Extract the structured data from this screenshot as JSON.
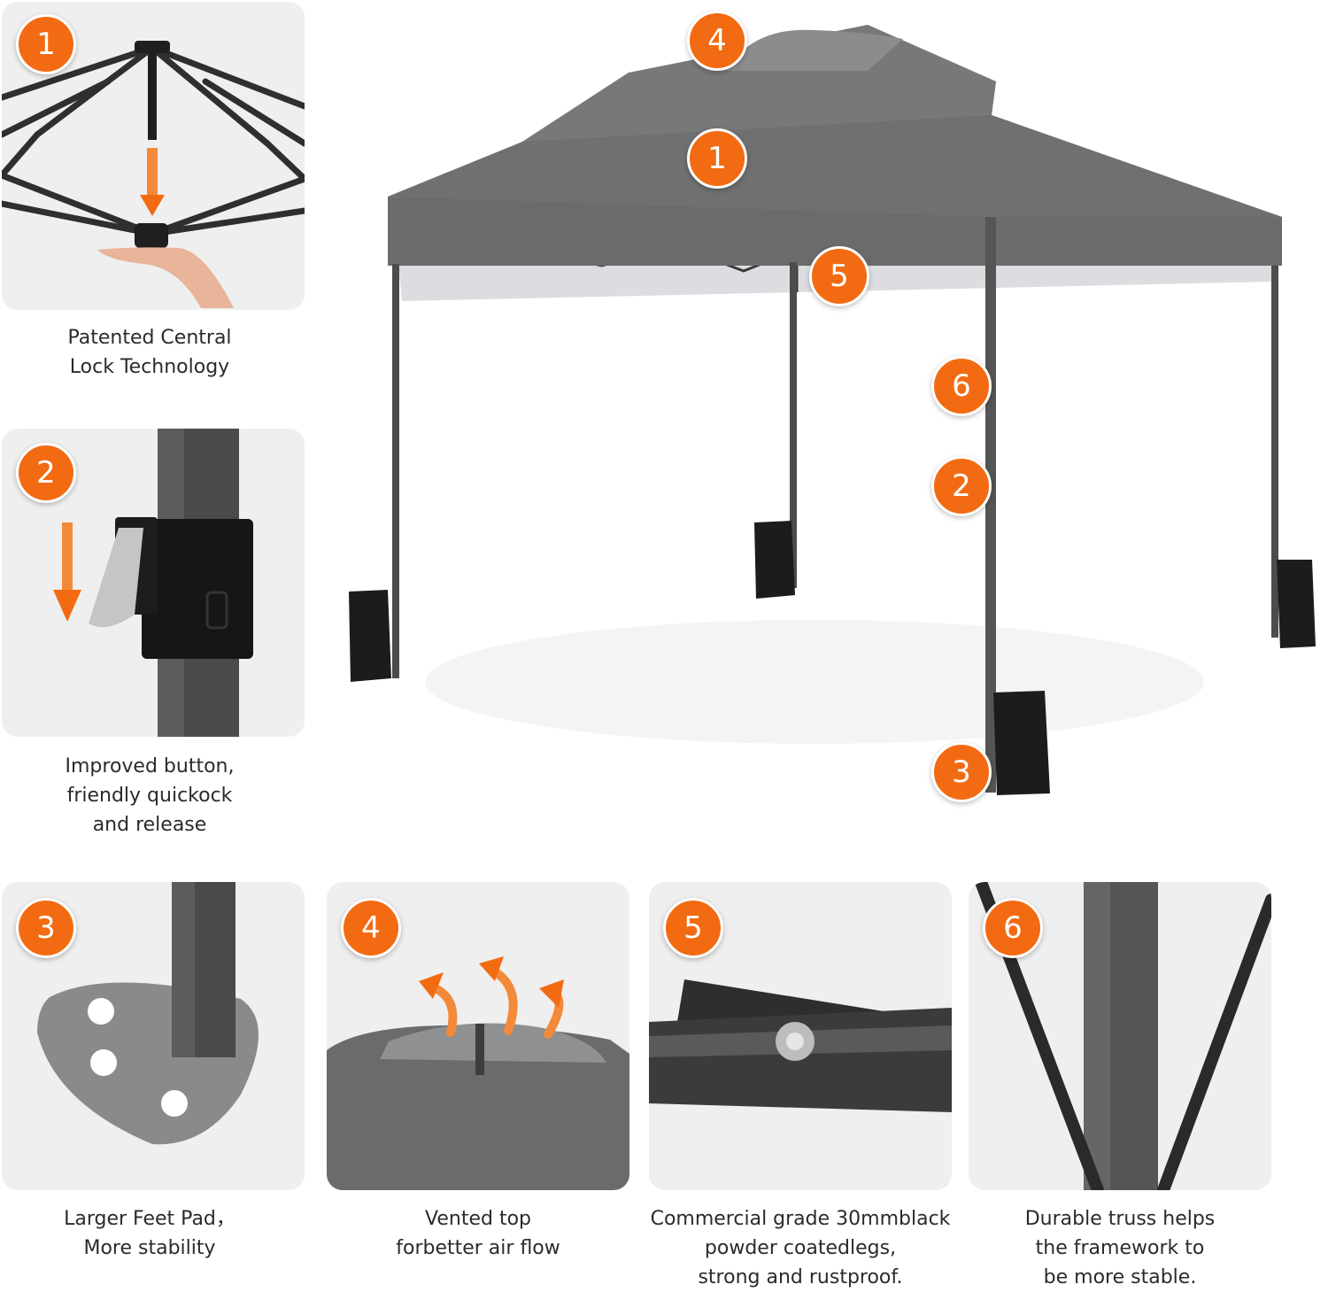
{
  "features": [
    {
      "number": "1",
      "caption": [
        "Patented Central",
        "Lock Technology"
      ]
    },
    {
      "number": "2",
      "caption": [
        "Improved button,",
        "friendly quickock",
        "and release"
      ]
    },
    {
      "number": "3",
      "caption": [
        "Larger Feet Pad，",
        "More stability"
      ]
    },
    {
      "number": "4",
      "caption": [
        "Vented top",
        "forbetter air flow"
      ]
    },
    {
      "number": "5",
      "caption": [
        "Commercial grade 30mmblack",
        "powder coatedlegs,",
        "strong and rustproof."
      ]
    },
    {
      "number": "6",
      "caption": [
        "Durable truss helps",
        "the framework to",
        "be more stable."
      ]
    }
  ],
  "colors": {
    "accent": "#f26b12",
    "canopy": "#6a6b6d",
    "panel_bg": "#efefef"
  },
  "icons": {
    "arrow": "down-arrow-icon",
    "airflow": "airflow-arrow-icon"
  }
}
